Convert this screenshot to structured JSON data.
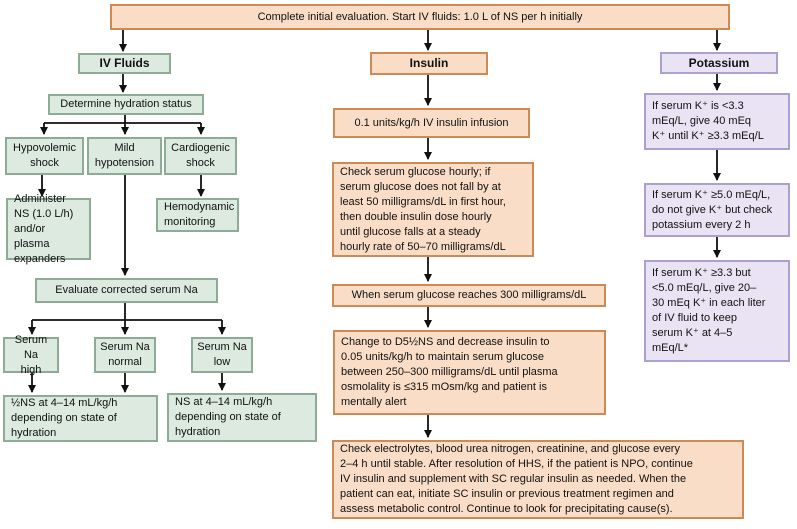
{
  "colors": {
    "iv_fluids_fill": "#dceae0",
    "iv_fluids_border": "#8cac96",
    "insulin_fill": "#f9ddc6",
    "insulin_border": "#cd8a55",
    "potassium_fill": "#eae3f3",
    "potassium_border": "#ad9fce",
    "arrow": "#111111"
  },
  "top": {
    "label": "Complete initial evaluation. Start IV fluids: 1.0 L of NS per h initially"
  },
  "iv_fluids": {
    "header": "IV Fluids",
    "determine_hydration": "Determine hydration status",
    "hypovolemic_shock": "Hypovolemic\nshock",
    "mild_hypotension": "Mild\nhypotension",
    "cardiogenic_shock": "Cardiogenic\nshock",
    "administer_ns": "Administer\nNS (1.0 L/h)\nand/or plasma\nexpanders",
    "hemodynamic_monitoring": "Hemodynamic\nmonitoring",
    "evaluate_serum_na": "Evaluate corrected serum Na",
    "serum_na_high": "Serum Na\nhigh",
    "serum_na_normal": "Serum Na\nnormal",
    "serum_na_low": "Serum Na\nlow",
    "half_ns": "½NS at 4–14 mL/kg/h\ndepending on state of\nhydration",
    "ns": "NS at 4–14 mL/kg/h\ndepending on state of\nhydration"
  },
  "insulin": {
    "header": "Insulin",
    "infusion": "0.1 units/kg/h IV insulin infusion",
    "check_glucose": "Check serum glucose hourly; if\nserum glucose does not fall by at\nleast 50 milligrams/dL in first hour,\nthen double insulin dose hourly\nuntil glucose falls at a steady\nhourly rate of 50–70 milligrams/dL",
    "glucose_300": "When serum glucose reaches 300 milligrams/dL",
    "change_d5": "Change to D5½NS and decrease insulin to\n0.05 units/kg/h to maintain serum glucose\nbetween 250–300 milligrams/dL until plasma\nosmolality is ≤315 mOsm/kg and patient is\nmentally alert",
    "check_electrolytes": "Check electrolytes, blood urea nitrogen, creatinine, and glucose every\n2–4 h until stable. After resolution of HHS, if the patient is NPO, continue\nIV insulin and supplement with SC regular insulin as needed. When the\npatient can eat, initiate SC insulin or previous treatment regimen and\nassess metabolic control. Continue to look for precipitating cause(s)."
  },
  "potassium": {
    "header": "Potassium",
    "k_below_33": "If serum K⁺ is <3.3\nmEq/L, give 40 mEq\nK⁺ until K⁺ ≥3.3 mEq/L",
    "k_above_50": "If serum K⁺ ≥5.0 mEq/L,\ndo not give K⁺ but check\npotassium every 2 h",
    "k_mid_range": "If serum K⁺ ≥3.3 but\n<5.0 mEq/L, give 20–\n30 mEq K⁺ in each liter\nof IV fluid to keep\nserum K⁺ at 4–5\nmEq/L*"
  }
}
